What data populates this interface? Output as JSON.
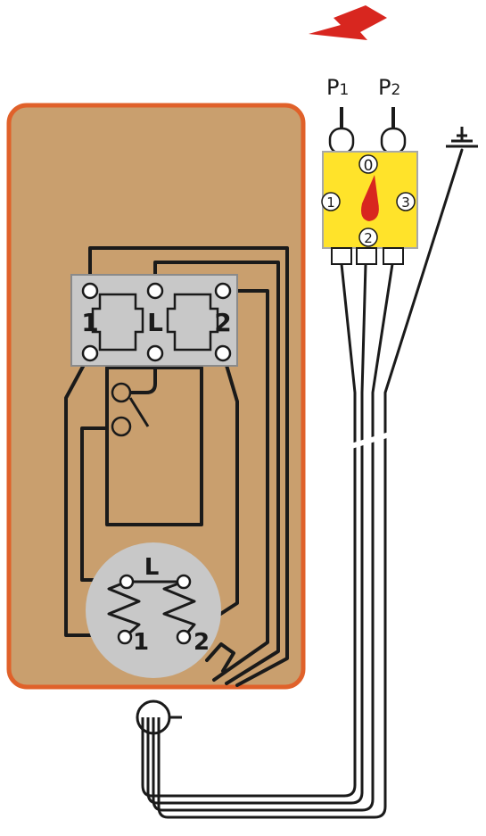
{
  "terminals": {
    "p1": "P",
    "p1_sub": "1",
    "p2": "P",
    "p2_sub": "2"
  },
  "switch": {
    "positions": [
      "0",
      "1",
      "2",
      "3"
    ]
  },
  "terminal_block": {
    "left": "1",
    "center": "L",
    "right": "2"
  },
  "element": {
    "top": "L",
    "left": "1",
    "right": "2"
  },
  "colors": {
    "housing_fill": "#c99f6e",
    "housing_border": "#e0612a",
    "switch_body": "#ffe32a",
    "knob": "#d8261f",
    "arrow": "#d8261f",
    "terminal_block": "#c8c8c8",
    "element_disc": "#c8c8c8",
    "wire": "#1a1a1a"
  }
}
